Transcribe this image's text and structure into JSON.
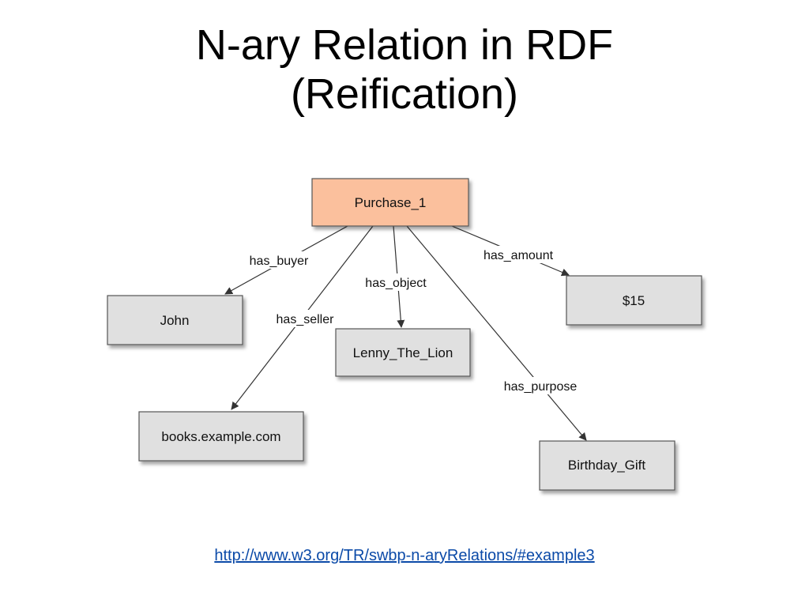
{
  "title": {
    "line1": "N-ary Relation in RDF",
    "line2": "(Reification)"
  },
  "diagram": {
    "nodes": {
      "purchase": "Purchase_1",
      "john": "John",
      "amount": "$15",
      "lenny": "Lenny_The_Lion",
      "books": "books.example.com",
      "gift": "Birthday_Gift"
    },
    "edges": {
      "has_buyer": "has_buyer",
      "has_amount": "has_amount",
      "has_object": "has_object",
      "has_seller": "has_seller",
      "has_purpose": "has_purpose"
    },
    "colors": {
      "central_node_fill": "#fbc09d",
      "node_fill": "#e0e0e0",
      "node_border": "#555555",
      "edge": "#333333"
    }
  },
  "source": {
    "url": "http://www.w3.org/TR/swbp-n-aryRelations/#example3"
  }
}
